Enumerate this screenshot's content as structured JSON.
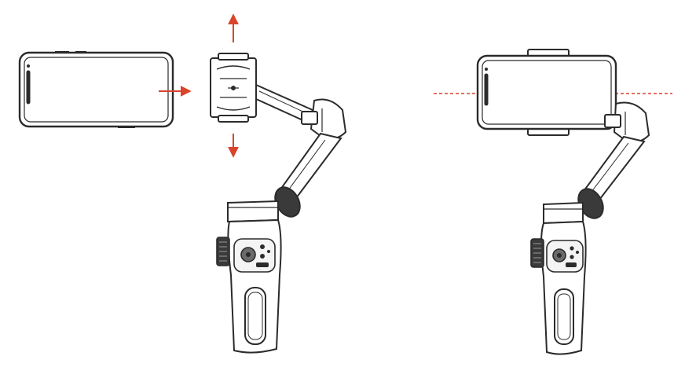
{
  "diagram": {
    "kind": "gimbal-phone-mounting-illustration",
    "colors": {
      "line": "#2b2b2b",
      "fill_dark": "#3a3a3a",
      "fill_mid": "#6b6b6b",
      "fill_light": "#f4f4f4",
      "arrow": "#d9442a",
      "guide_line": "#d9442a"
    },
    "panels": [
      {
        "id": "left",
        "description_icon": "phone-insert-into-clamp",
        "arrows": [
          "arrow-right",
          "arrow-up",
          "arrow-down"
        ]
      },
      {
        "id": "right",
        "description_icon": "phone-mounted-balanced",
        "guides": [
          "horizontal-dashed-level-line"
        ]
      }
    ]
  }
}
